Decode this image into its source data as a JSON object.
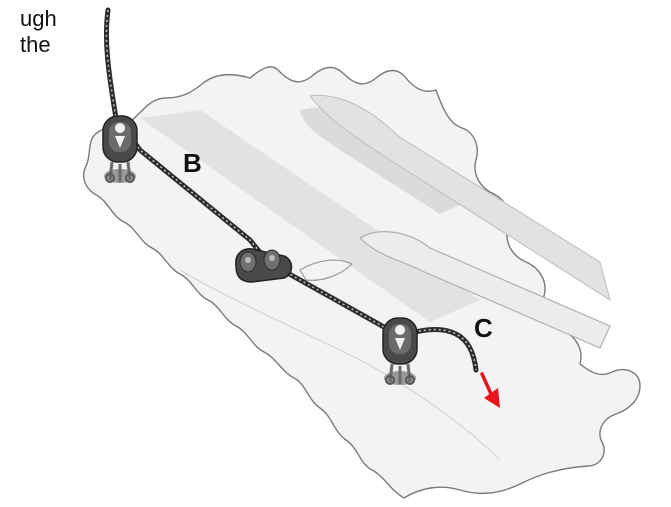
{
  "cropped_text": {
    "line1": "ugh",
    "line2": "the"
  },
  "labels": {
    "b": "B",
    "c": "C"
  },
  "colors": {
    "fabric": "#f3f3f3",
    "fabric_edge": "#7a7a7a",
    "shadow": "#dcdcdc",
    "hardware": "#4a4a4a",
    "rope": "#3a3a3a",
    "arrow": "#e8141b"
  },
  "icons": {
    "block_top": "pulley-block-icon",
    "cleat": "cam-cleat-icon",
    "block_bottom": "pulley-block-icon",
    "arrow": "pull-direction-arrow-icon"
  }
}
